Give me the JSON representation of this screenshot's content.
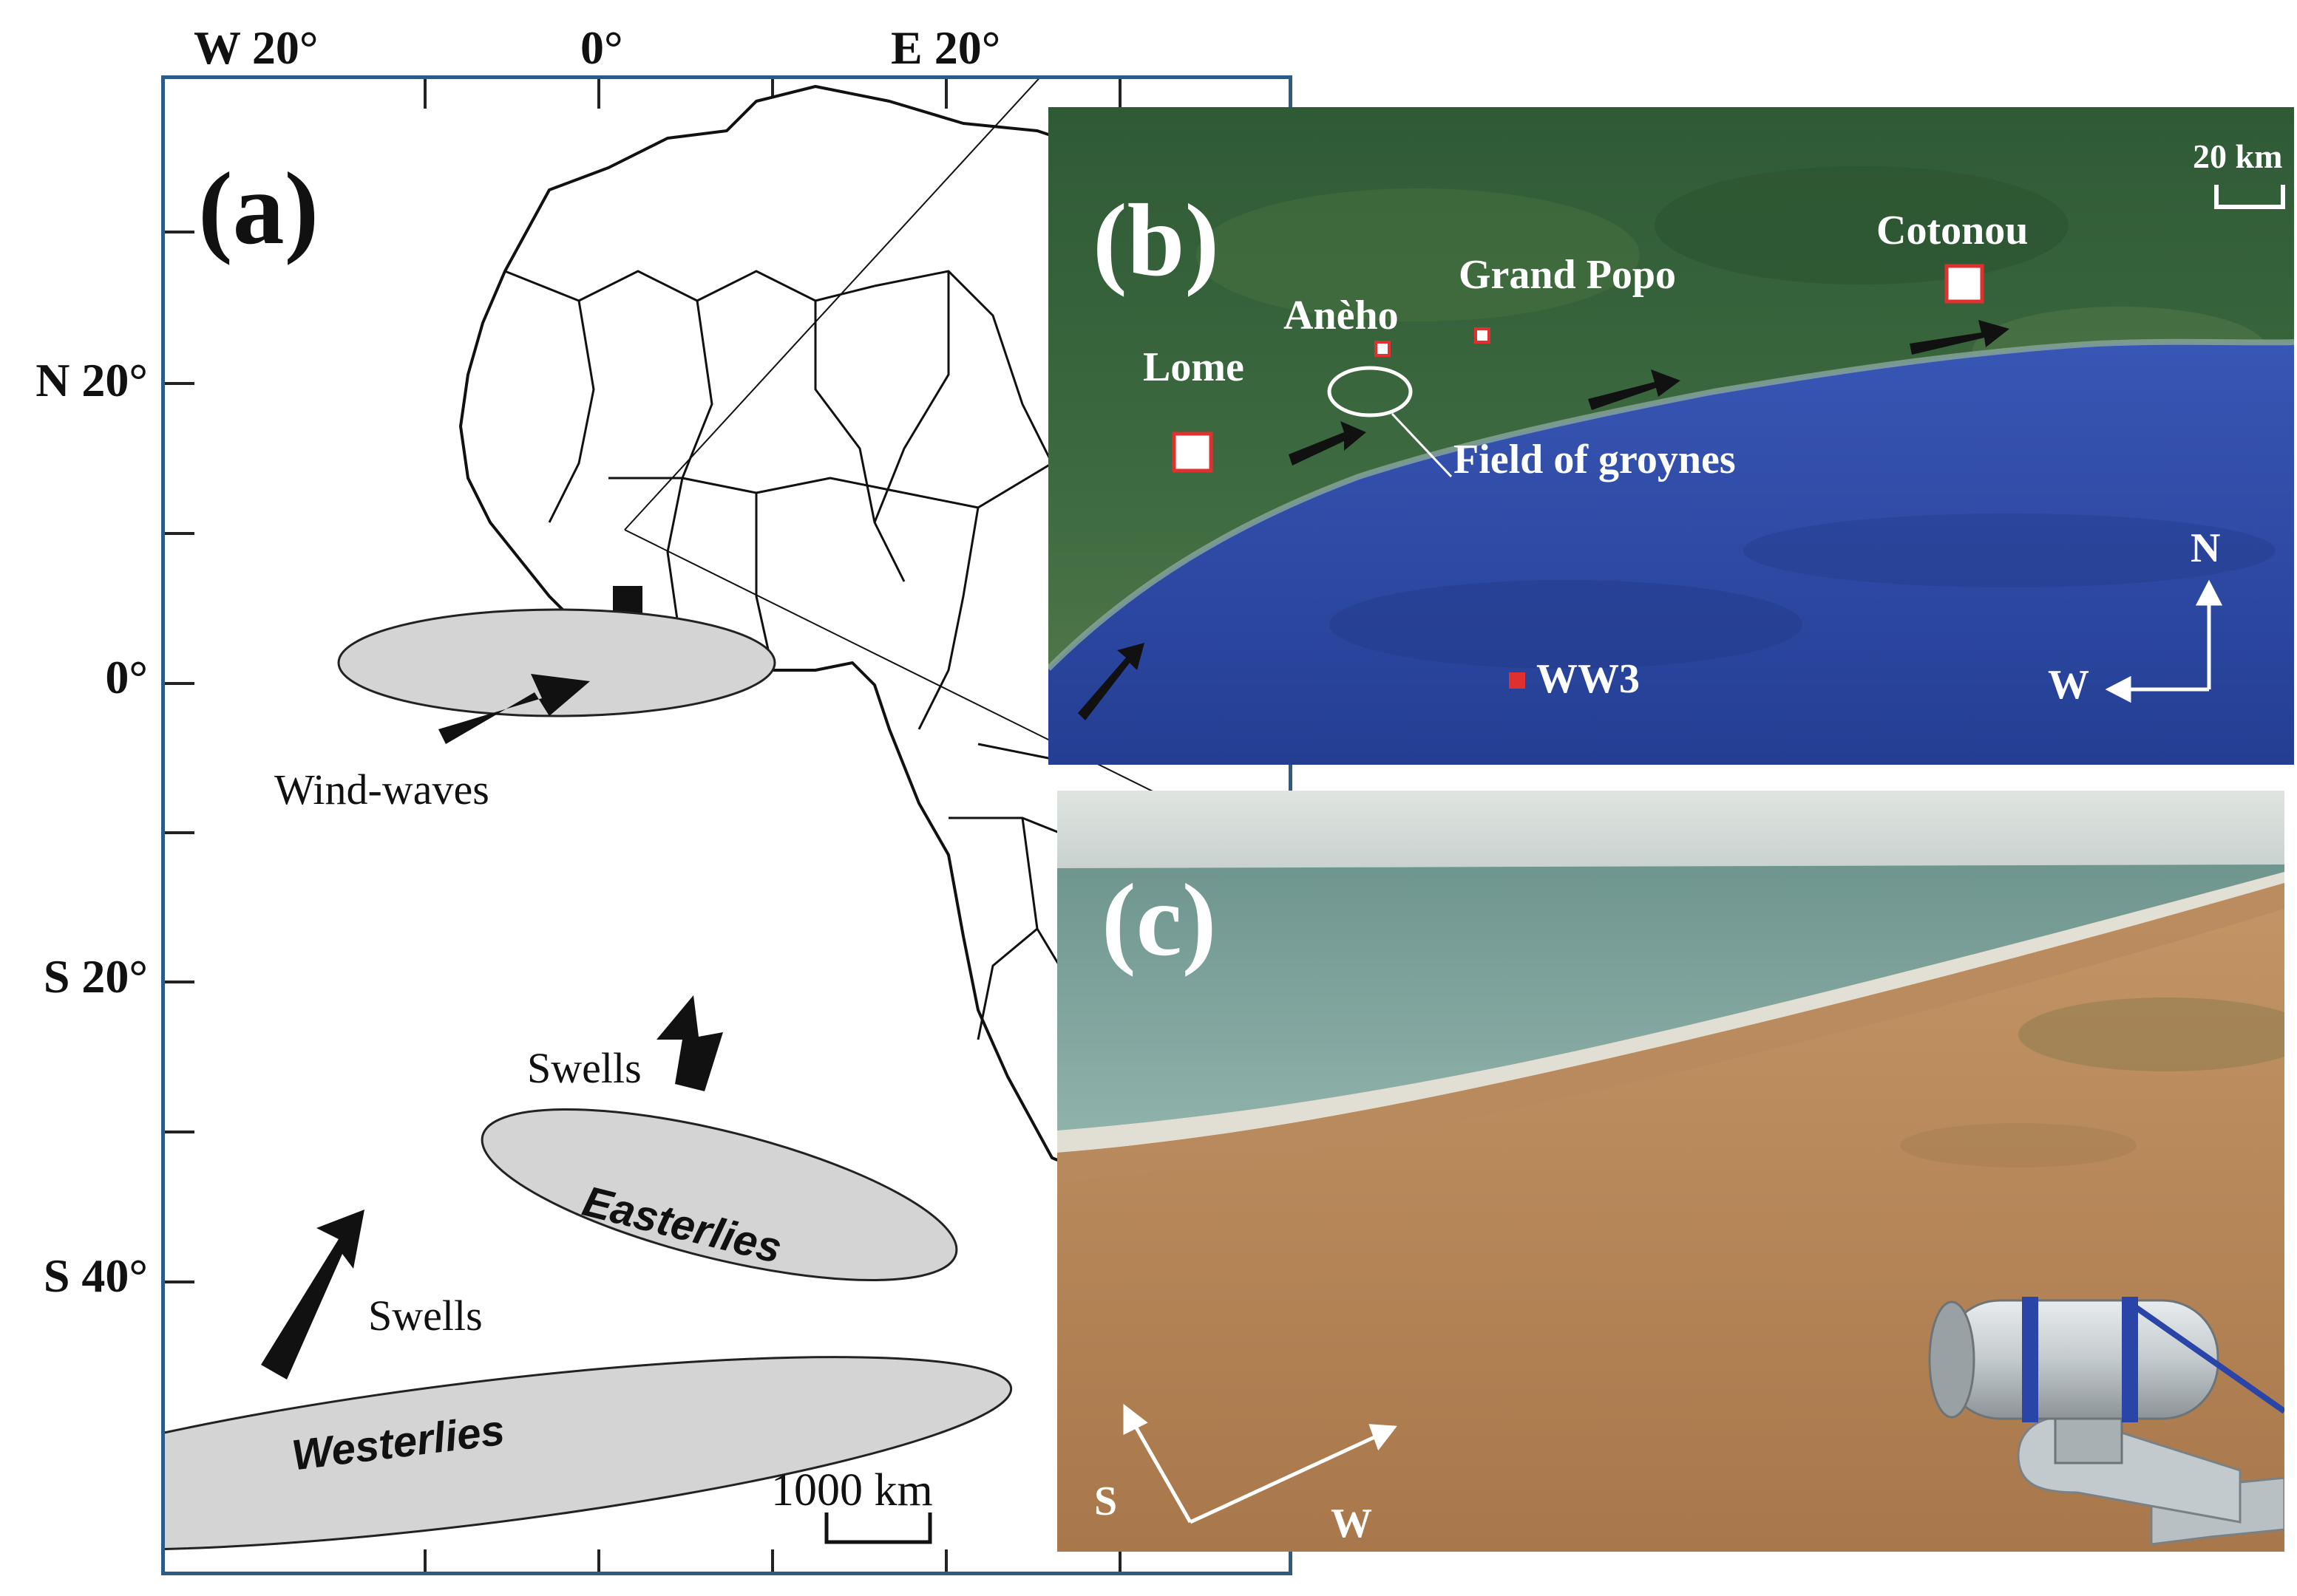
{
  "axes": {
    "longitude_labels": [
      "W 20°",
      "0°",
      "E 20°"
    ],
    "latitude_labels": [
      "N 20°",
      "0°",
      "S 20°",
      "S 40°"
    ]
  },
  "panel_a": {
    "letter": "(a)",
    "labels": {
      "wind_waves": "Wind-waves",
      "swells_upper": "Swells",
      "swells_lower": "Swells",
      "easterlies": "Easterlies",
      "westerlies": "Westerlies"
    },
    "scale_bar": "1000 km"
  },
  "panel_b": {
    "letter": "(b)",
    "scale_bar": "20 km",
    "places": {
      "lome": "Lome",
      "aneho": "Anèho",
      "grand_popo": "Grand Popo",
      "cotonou": "Cotonou"
    },
    "field_of_groynes": "Field of groynes",
    "ww3": "WW3",
    "compass": {
      "north": "N",
      "west": "W"
    }
  },
  "panel_c": {
    "letter": "(c)",
    "compass": {
      "south": "S",
      "west": "W"
    }
  },
  "colors": {
    "frame": "#2e5a86",
    "ellipse_fill": "#d4d4d4",
    "ocean": "#2f4fa6",
    "marker": "#e03030"
  }
}
